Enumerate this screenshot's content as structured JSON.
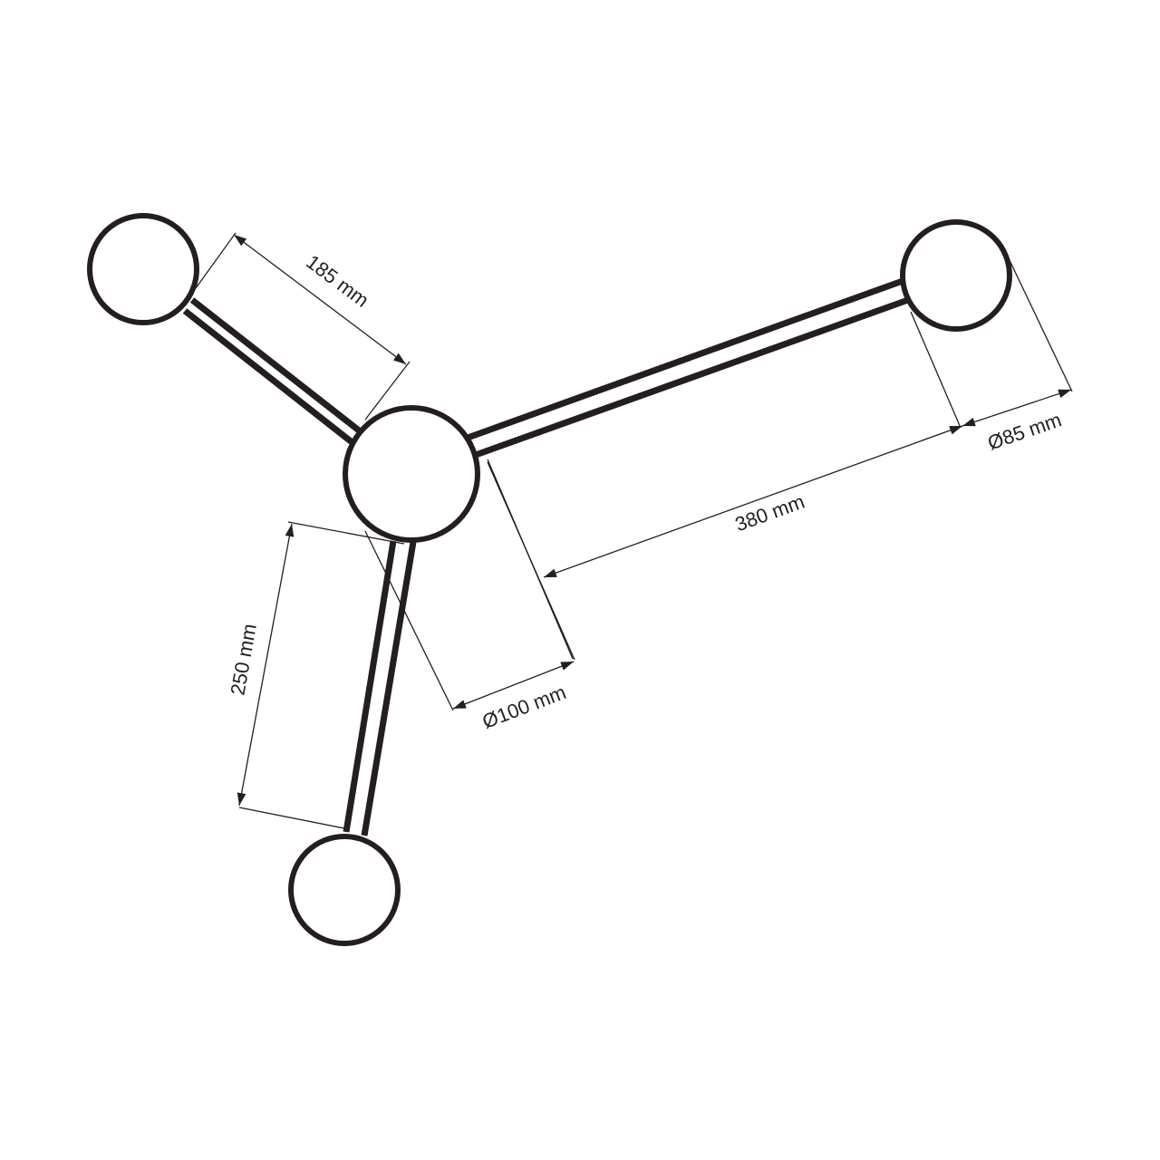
{
  "dimensions": {
    "left_arm_length": "185 mm",
    "right_arm_length": "380 mm",
    "bottom_arm_length": "250 mm",
    "center_diameter": "Ø100 mm",
    "end_diameter": "Ø85 mm"
  }
}
